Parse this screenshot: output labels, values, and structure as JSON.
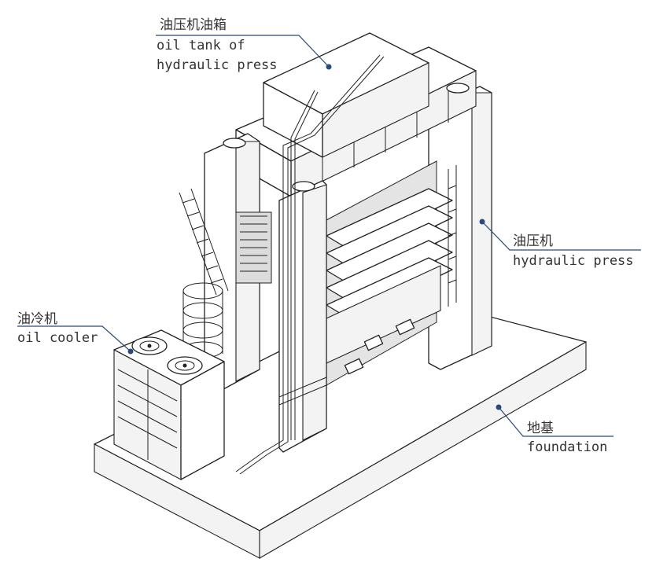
{
  "labels": {
    "oil_tank": {
      "cn": "油压机油箱",
      "en_line1": "oil tank of",
      "en_line2": "hydraulic press"
    },
    "hydraulic_press": {
      "cn": "油压机",
      "en": "hydraulic press"
    },
    "oil_cooler": {
      "cn": "油冷机",
      "en": "oil cooler"
    },
    "foundation": {
      "cn": "地基",
      "en": "foundation"
    }
  },
  "colors": {
    "leader": "#2b4a7a",
    "line": "#222222",
    "text": "#333333"
  }
}
